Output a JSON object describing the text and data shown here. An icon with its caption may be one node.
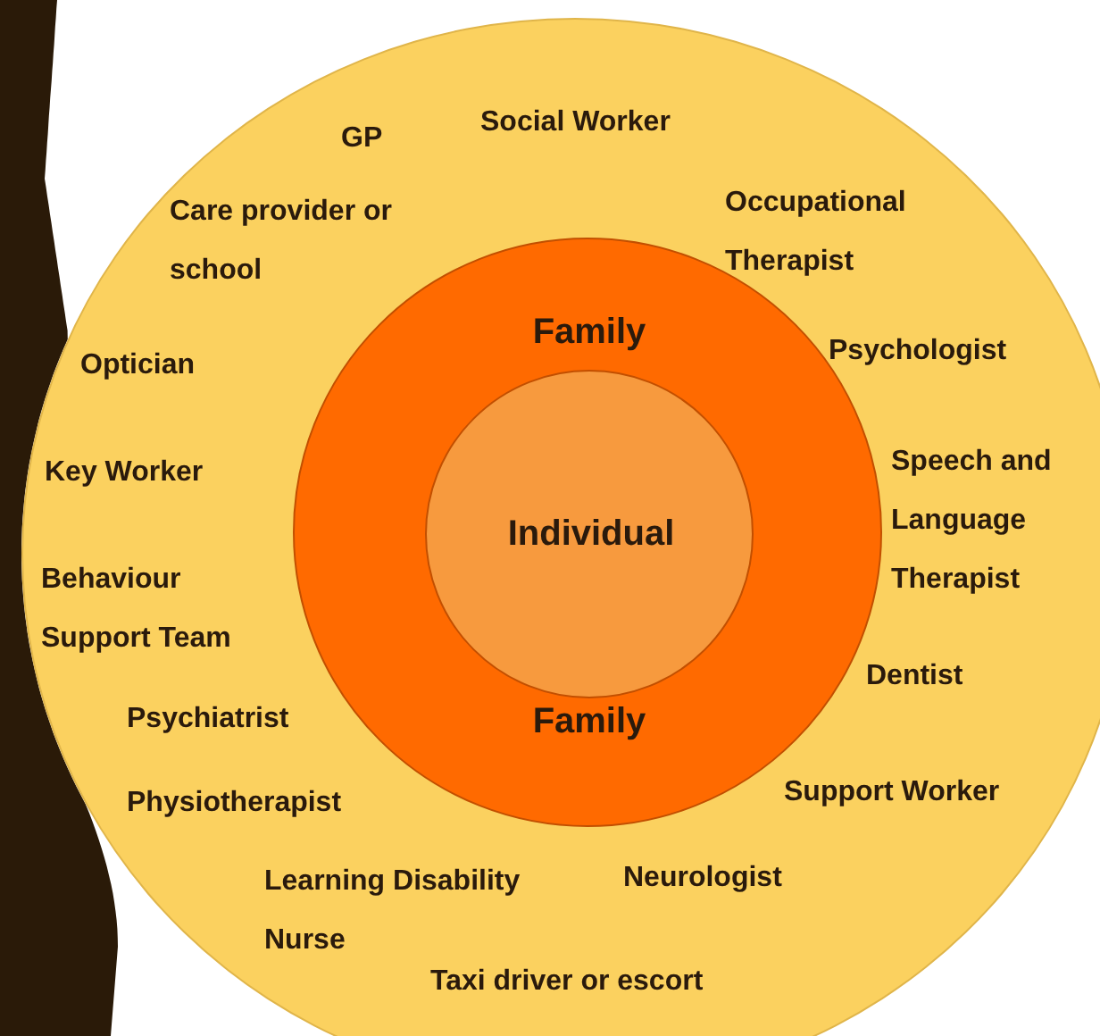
{
  "diagram": {
    "nodes": [
      {
        "text": [
          "GP",
          "Social Worker",
          "Care provider or school",
          "Occupational Therapist",
          "Optician",
          "Psychologist",
          "Key Worker",
          "Speech and Language Therapist",
          "Behaviour Support Team",
          "Dentist",
          "Psychiatrist",
          "Physiotherapist",
          "Support Worker",
          "Learning Disability Nurse",
          "Neurologist",
          "Taxi driver or escort"
        ]
      },
      {
        "text": [
          "Family",
          "Family"
        ],
        "in": 0
      },
      {
        "text": [
          "Individual"
        ],
        "in": 1
      },
      {
        "text": [],
        "shape": "bar"
      }
    ]
  }
}
